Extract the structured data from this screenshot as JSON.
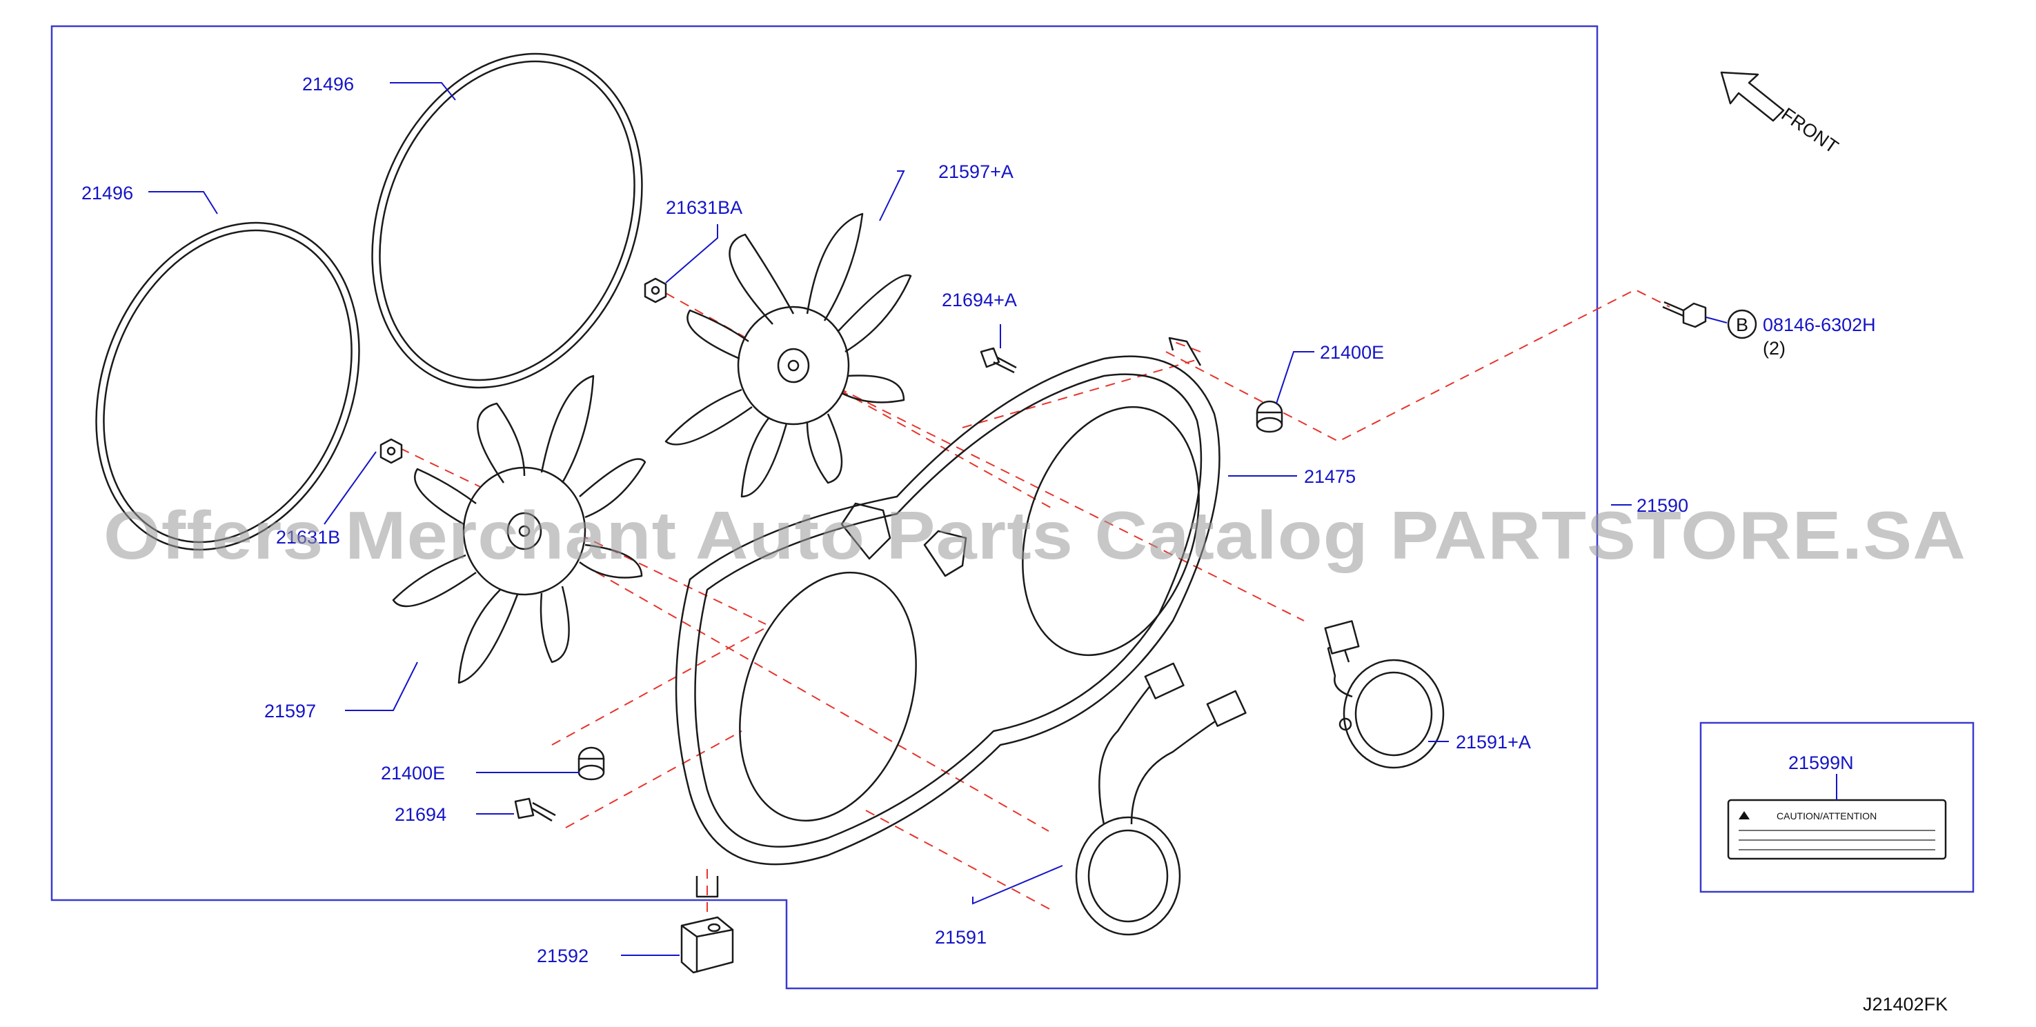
{
  "labels": {
    "ring_top": "21496",
    "ring_left": "21496",
    "fan_right": "21597+A",
    "nut_right": "21631BA",
    "screw_top": "21694+A",
    "grommet_right": "21400E",
    "bolt_code": "08146-6302H",
    "bolt_qty": "(2)",
    "bolt_circle": "B",
    "shroud": "21475",
    "hidden_right": "21590",
    "nut_left": "21631B",
    "fan_left": "21597",
    "grommet_left": "21400E",
    "screw_left": "21694",
    "motor_right": "21591+A",
    "motor_left": "21591",
    "bracket": "21592",
    "label_part": "21599N",
    "caution_text": "CAUTION/ATTENTION",
    "diagram_code": "J21402FK",
    "front": "FRONT"
  },
  "watermark": "Offers Merchant Auto Parts Catalog PARTSTORE.SA",
  "colors": {
    "label": "#1414c8",
    "dashed_line": "#e8332b",
    "part_outline": "#1a1a1a",
    "frame": "#3a3ad0"
  }
}
